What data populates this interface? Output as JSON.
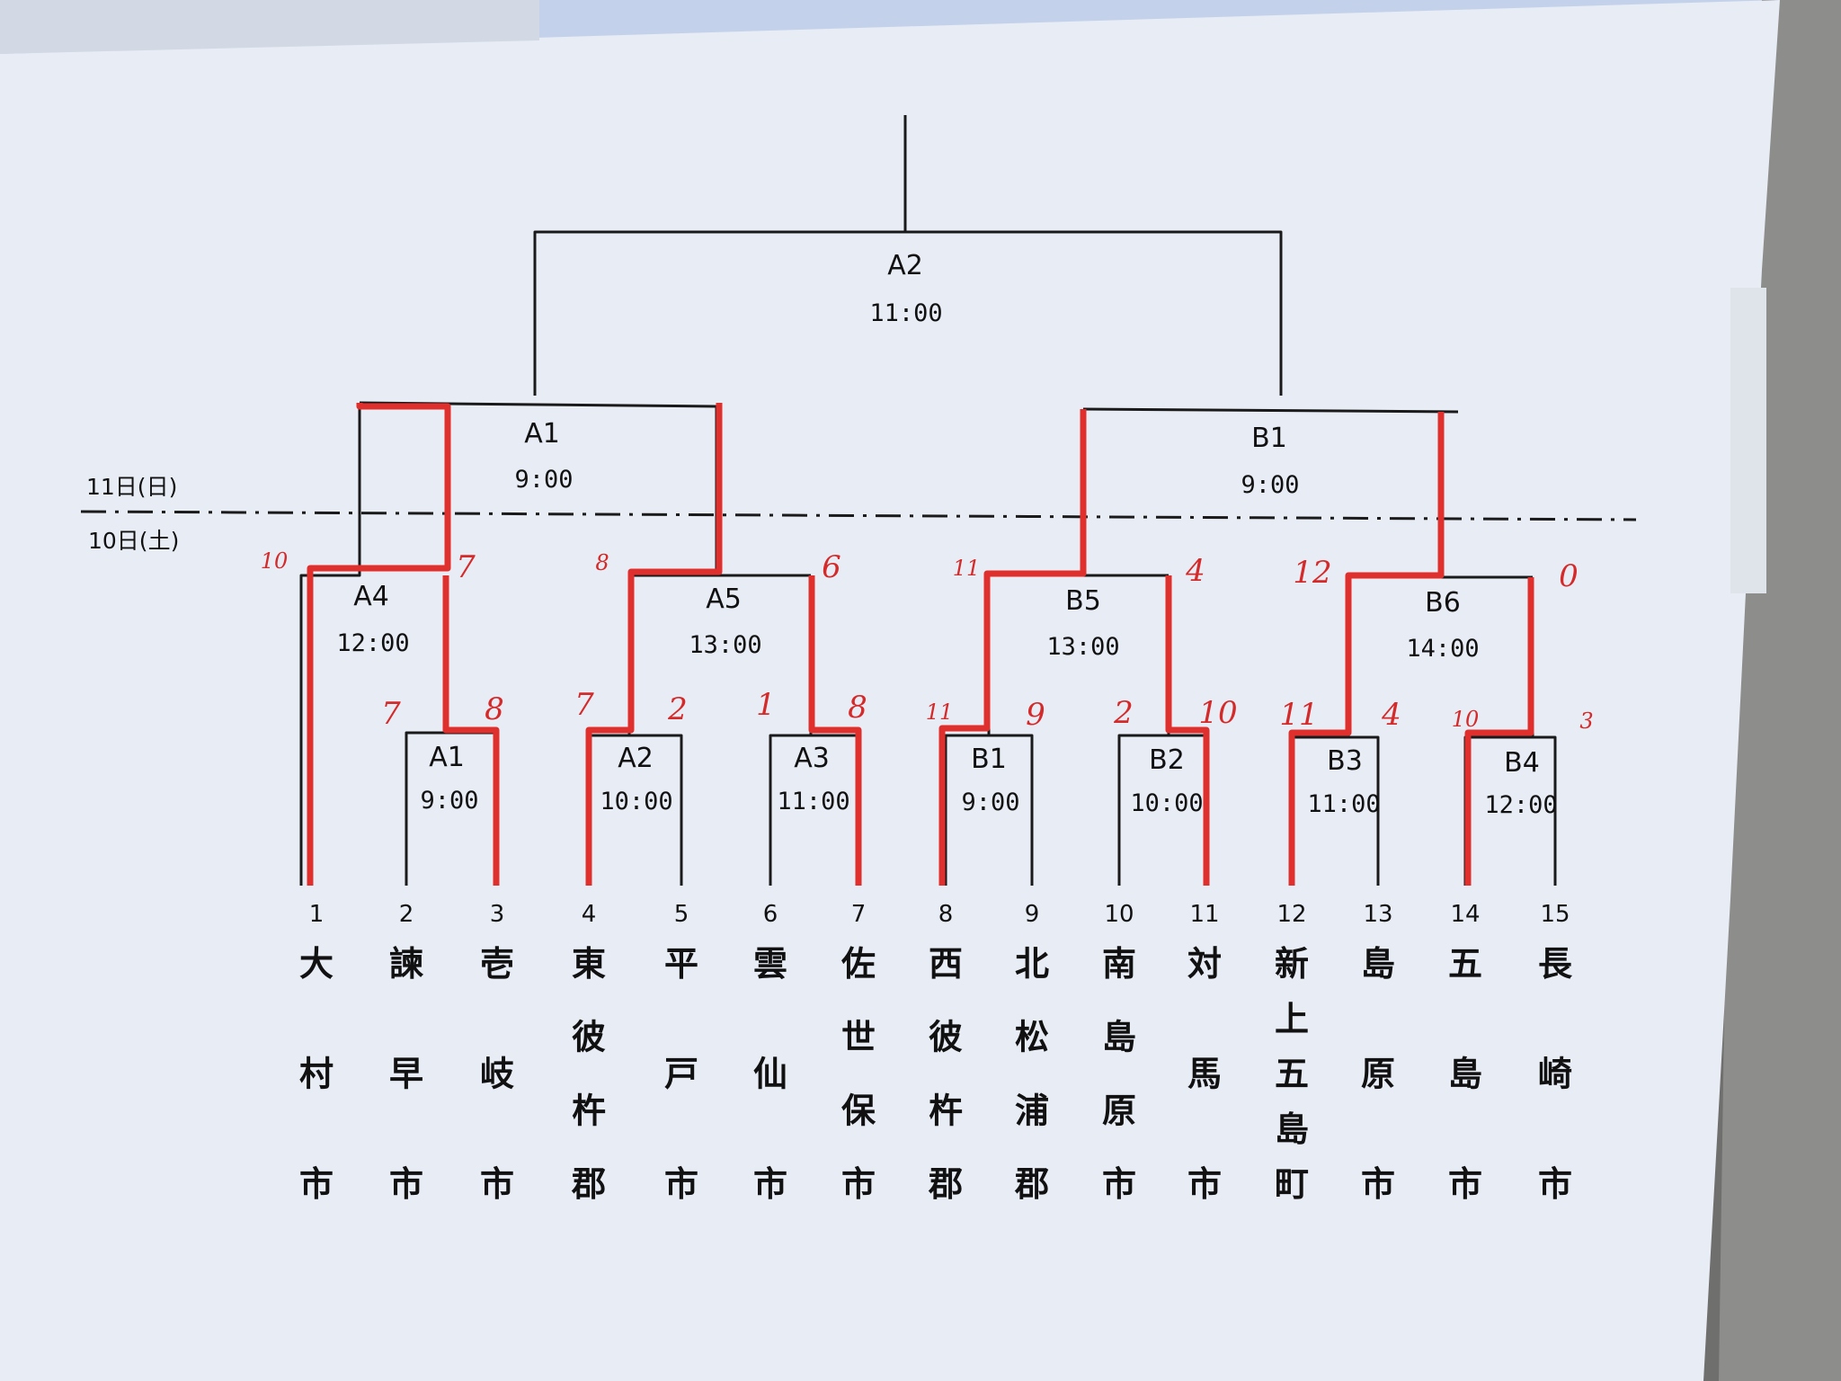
{
  "colors": {
    "paper": "#e8edf6",
    "line": "#1a1a1a",
    "win": "#e0302e",
    "wall": "#8c8c8c"
  },
  "day_labels": {
    "day2": "11日(日)",
    "day1": "10日(土)"
  },
  "final": {
    "label": "A2",
    "time": "11:00"
  },
  "semis": [
    {
      "id": "sf_a",
      "label": "A1",
      "time": "9:00"
    },
    {
      "id": "sf_b",
      "label": "B1",
      "time": "9:00"
    }
  ],
  "second_round": [
    {
      "id": "a4",
      "label": "A4",
      "time": "12:00",
      "scores": [
        "10",
        "7"
      ]
    },
    {
      "id": "a5",
      "label": "A5",
      "time": "13:00",
      "scores": [
        "8",
        "6"
      ]
    },
    {
      "id": "b5",
      "label": "B5",
      "time": "13:00",
      "scores": [
        "11",
        "4"
      ]
    },
    {
      "id": "b6",
      "label": "B6",
      "time": "14:00",
      "scores": [
        "12",
        "0"
      ]
    }
  ],
  "first_round": [
    {
      "id": "ra1",
      "label": "A1",
      "time": "9:00",
      "scores": [
        "7",
        "8"
      ]
    },
    {
      "id": "ra2",
      "label": "A2",
      "time": "10:00",
      "scores": [
        "7",
        "2"
      ]
    },
    {
      "id": "ra3",
      "label": "A3",
      "time": "11:00",
      "scores": [
        "1",
        "8"
      ]
    },
    {
      "id": "rb1",
      "label": "B1",
      "time": "9:00",
      "scores": [
        "11",
        "9"
      ]
    },
    {
      "id": "rb2",
      "label": "B2",
      "time": "10:00",
      "scores": [
        "2",
        "10"
      ]
    },
    {
      "id": "rb3",
      "label": "B3",
      "time": "11:00",
      "scores": [
        "11",
        "4"
      ]
    },
    {
      "id": "rb4",
      "label": "B4",
      "time": "12:00",
      "scores": [
        "10",
        "3"
      ]
    }
  ],
  "teams": [
    {
      "num": "1",
      "name": "大村市"
    },
    {
      "num": "2",
      "name": "諫早市"
    },
    {
      "num": "3",
      "name": "壱岐市"
    },
    {
      "num": "4",
      "name": "東彼杵郡"
    },
    {
      "num": "5",
      "name": "平戸市"
    },
    {
      "num": "6",
      "name": "雲仙市"
    },
    {
      "num": "7",
      "name": "佐世保市"
    },
    {
      "num": "8",
      "name": "西彼杵郡"
    },
    {
      "num": "9",
      "name": "北松浦郡"
    },
    {
      "num": "10",
      "name": "南島原市"
    },
    {
      "num": "11",
      "name": "対馬市"
    },
    {
      "num": "12",
      "name": "新上五島町"
    },
    {
      "num": "13",
      "name": "島原市"
    },
    {
      "num": "14",
      "name": "五島市"
    },
    {
      "num": "15",
      "name": "長崎市"
    }
  ]
}
